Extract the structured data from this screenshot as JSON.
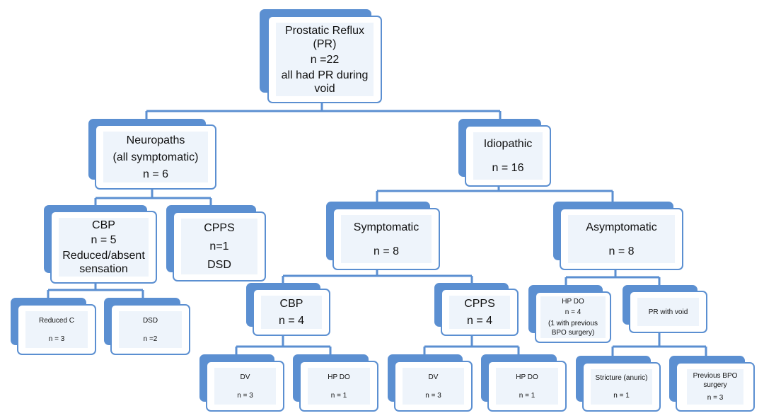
{
  "nodes": {
    "root": [
      "Prostatic Reflux (PR)",
      "n =22",
      "all had PR during void"
    ],
    "neuro": [
      "Neuropaths",
      "(all symptomatic)",
      "n = 6"
    ],
    "idio": [
      "Idiopathic",
      "n = 16"
    ],
    "cbp1": [
      "CBP",
      "n = 5",
      "Reduced/absent sensation"
    ],
    "cpps1": [
      "CPPS",
      "n=1",
      "DSD"
    ],
    "symp": [
      "Symptomatic",
      "n = 8"
    ],
    "asymp": [
      "Asymptomatic",
      "n = 8"
    ],
    "redc": [
      "Reduced C",
      "n = 3"
    ],
    "dsd": [
      "DSD",
      "n =2"
    ],
    "cbp2": [
      "CBP",
      "n = 4"
    ],
    "cpps2": [
      "CPPS",
      "n = 4"
    ],
    "hpdo_a": [
      "HP DO",
      "n = 4",
      "(1 with previous BPO surgery)"
    ],
    "prvoid": [
      "PR with void"
    ],
    "dv1": [
      "DV",
      "n = 3"
    ],
    "hpdo1": [
      "HP DO",
      "n = 1"
    ],
    "dv2": [
      "DV",
      "n = 3"
    ],
    "hpdo2": [
      "HP DO",
      "n = 1"
    ],
    "stricture": [
      "Stricture (anuric)",
      "n = 1"
    ],
    "prevbpo": [
      "Previous BPO surgery",
      "n = 3"
    ]
  },
  "colors": {
    "accent": "#5b8fd1",
    "fill": "#eef4fb",
    "line": "#5b8fd1"
  }
}
